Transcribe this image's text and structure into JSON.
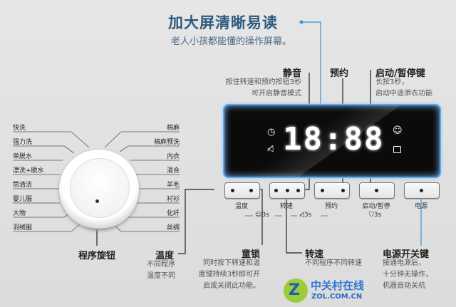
{
  "headline": {
    "title": "加大屏清晰易读",
    "subtitle": "老人小孩都能懂的操作屏幕。"
  },
  "display": {
    "time": "18:88",
    "icons": [
      "clock-icon",
      "mute-icon",
      "smiley-icon",
      "lock-icon"
    ]
  },
  "top_annotations": {
    "mute": {
      "title": "静音",
      "lines": [
        "按住转速和预约按钮3秒",
        "可开启静音模式"
      ]
    },
    "delay": {
      "title": "预约"
    },
    "start": {
      "title": "启动/暂停键",
      "lines": [
        "长按3秒，",
        "启动中途添衣功能"
      ]
    }
  },
  "buttons": [
    {
      "label": "温度"
    },
    {
      "label": "转速"
    },
    {
      "label": "预约"
    },
    {
      "label": "启动/暂停"
    },
    {
      "label": "电源"
    }
  ],
  "combo_hints": {
    "lock": "3s",
    "mute": "3s",
    "add_clothes": "3s"
  },
  "programs": {
    "left": [
      "快洗",
      "强力洗",
      "单脱水",
      "漂洗+脱水",
      "筒清洁",
      "婴儿服",
      "大物",
      "羽绒服"
    ],
    "right": [
      "棉麻",
      "棉麻预洗",
      "内衣",
      "混合",
      "羊毛",
      "衬衫",
      "化纤",
      "丝绸"
    ]
  },
  "bottom_annotations": {
    "knob": {
      "title": "程序旋钮"
    },
    "temp": {
      "title": "温度",
      "lines": [
        "不同程序",
        "温度不同"
      ]
    },
    "lock": {
      "title": "童锁",
      "lines": [
        "同时按下转速和温",
        "度键持续3秒即可开",
        "启或关闭此功能。"
      ]
    },
    "speed": {
      "title": "转速",
      "lines": [
        "不同程序不同转速"
      ]
    },
    "power": {
      "title": "电源开关键",
      "lines": [
        "接通电源后，",
        "十分钟无操作，",
        "机器自动关机"
      ]
    }
  },
  "watermark": {
    "cn": "中关村在线",
    "en": "ZOL.COM.CN"
  },
  "colors": {
    "accent": "#2c5a7e",
    "line_blue": "#3b95d6",
    "display_glow": "#5fa8e8"
  }
}
